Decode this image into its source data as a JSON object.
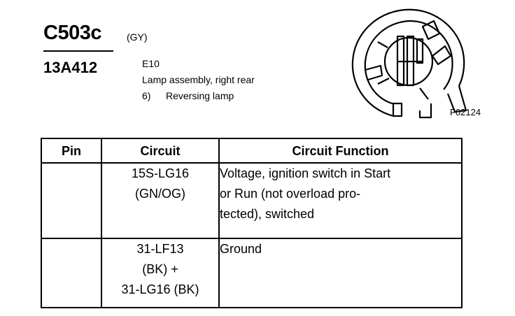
{
  "header": {
    "connector_id": "C503c",
    "color_code": "(GY)",
    "part_number": "13A412",
    "location_code": "E10",
    "description": "Lamp assembly, right rear",
    "ref_num": "6)",
    "ref_text": "Reversing lamp"
  },
  "figure": {
    "code": "F02124"
  },
  "table": {
    "headers": [
      "Pin",
      "Circuit",
      "Circuit Function"
    ],
    "rows": [
      {
        "pin": "",
        "circuit": [
          "15S-LG16",
          "(GN/OG)"
        ],
        "function": [
          "Voltage, ignition switch in Start",
          "or Run (not overload pro-",
          "tected), switched"
        ]
      },
      {
        "pin": "",
        "circuit": [
          "31-LF13",
          "(BK) +",
          "31-LG16 (BK)"
        ],
        "function": [
          "Ground"
        ]
      }
    ]
  }
}
